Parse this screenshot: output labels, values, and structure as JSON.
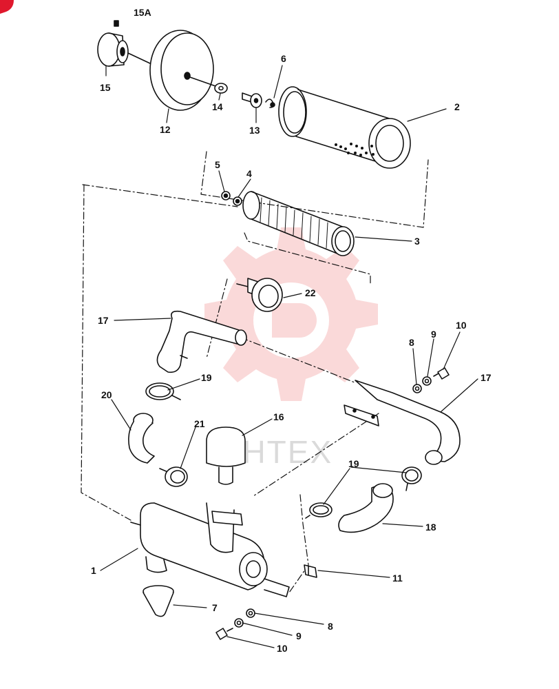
{
  "diagram": {
    "watermark": "VIHTEX",
    "colors": {
      "ink": "#111111",
      "watermark_red": "#f08a8a",
      "watermark_grey": "#bdbdbd",
      "corner_badge": "#e0182d"
    },
    "labels": [
      {
        "id": "15A",
        "text": "15A"
      },
      {
        "id": "15",
        "text": "15"
      },
      {
        "id": "12",
        "text": "12"
      },
      {
        "id": "14",
        "text": "14"
      },
      {
        "id": "13",
        "text": "13"
      },
      {
        "id": "6",
        "text": "6"
      },
      {
        "id": "2",
        "text": "2"
      },
      {
        "id": "5",
        "text": "5"
      },
      {
        "id": "4",
        "text": "4"
      },
      {
        "id": "3",
        "text": "3"
      },
      {
        "id": "22",
        "text": "22"
      },
      {
        "id": "17a",
        "text": "17"
      },
      {
        "id": "8a",
        "text": "8"
      },
      {
        "id": "9a",
        "text": "9"
      },
      {
        "id": "10a",
        "text": "10"
      },
      {
        "id": "17b",
        "text": "17"
      },
      {
        "id": "19a",
        "text": "19"
      },
      {
        "id": "20",
        "text": "20"
      },
      {
        "id": "21",
        "text": "21"
      },
      {
        "id": "16",
        "text": "16"
      },
      {
        "id": "19b",
        "text": "19"
      },
      {
        "id": "18",
        "text": "18"
      },
      {
        "id": "1",
        "text": "1"
      },
      {
        "id": "11",
        "text": "11"
      },
      {
        "id": "7",
        "text": "7"
      },
      {
        "id": "8b",
        "text": "8"
      },
      {
        "id": "9b",
        "text": "9"
      },
      {
        "id": "10b",
        "text": "10"
      }
    ]
  }
}
